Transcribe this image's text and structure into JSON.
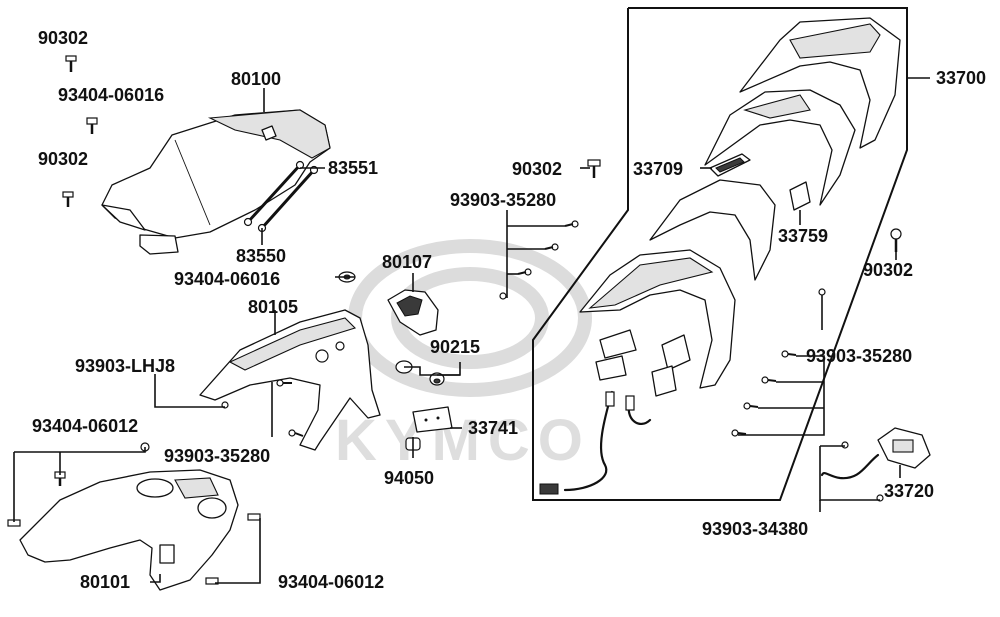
{
  "watermark": {
    "brand": "KYMCO"
  },
  "labels": {
    "l_90302_a": "90302",
    "l_93404_06016_a": "93404-06016",
    "l_90302_b": "90302",
    "l_80100": "80100",
    "l_83551": "83551",
    "l_83550": "83550",
    "l_93404_06016_b": "93404-06016",
    "l_80107": "80107",
    "l_80105": "80105",
    "l_90215": "90215",
    "l_93903_lhj8": "93903-LHJ8",
    "l_33741": "33741",
    "l_93404_06012_a": "93404-06012",
    "l_93903_35280_a": "93903-35280",
    "l_94050": "94050",
    "l_80101": "80101",
    "l_93404_06012_b": "93404-06012",
    "l_90302_c": "90302",
    "l_93903_35280_b": "93903-35280",
    "l_33709": "33709",
    "l_33700": "33700",
    "l_33759": "33759",
    "l_90302_d": "90302",
    "l_93903_35280_c": "93903-35280",
    "l_33720": "33720",
    "l_93903_34380": "93903-34380"
  }
}
